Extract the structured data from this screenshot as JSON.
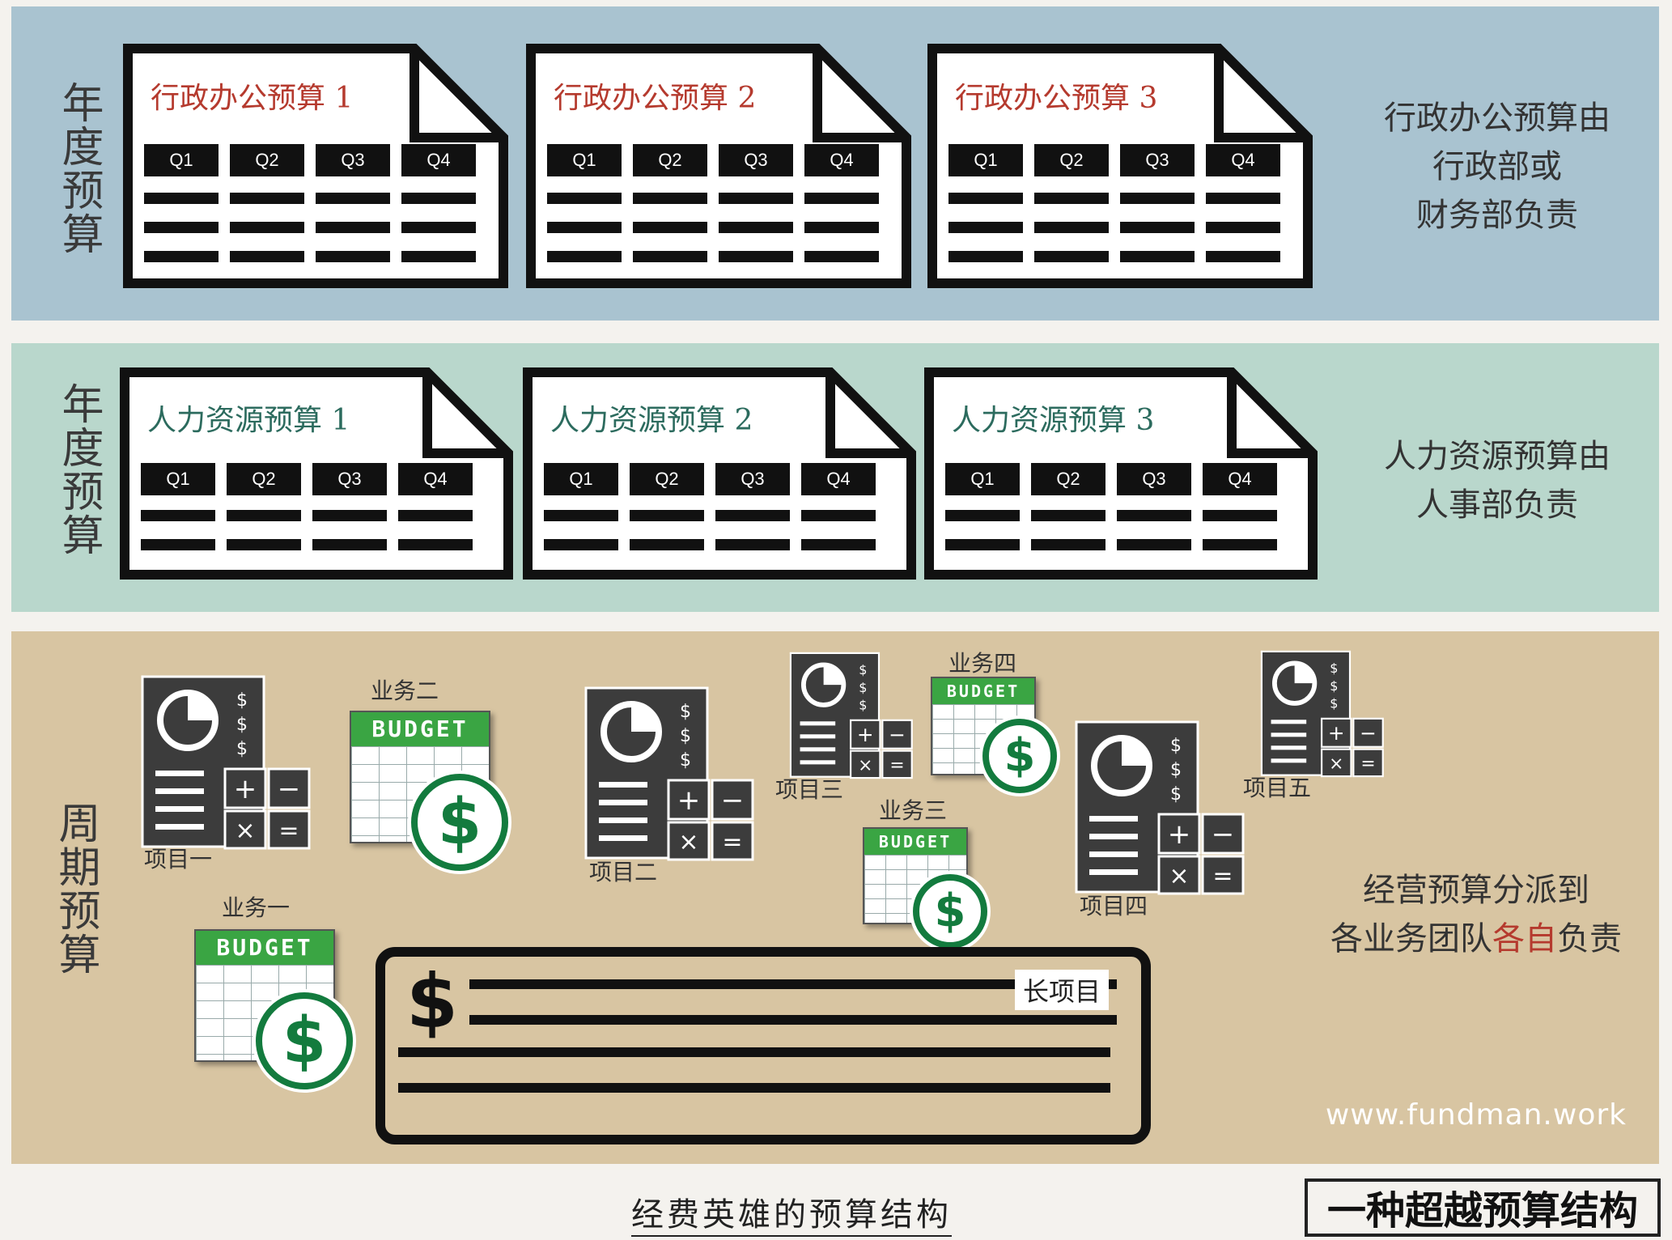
{
  "band1": {
    "vlabel": "年度预算",
    "docs": [
      {
        "title": "行政办公预算 1",
        "quarters": [
          "Q1",
          "Q2",
          "Q3",
          "Q4"
        ]
      },
      {
        "title": "行政办公预算 2",
        "quarters": [
          "Q1",
          "Q2",
          "Q3",
          "Q4"
        ]
      },
      {
        "title": "行政办公预算 3",
        "quarters": [
          "Q1",
          "Q2",
          "Q3",
          "Q4"
        ]
      }
    ],
    "side_lines": [
      "行政办公预算由",
      "行政部或",
      "财务部负责"
    ]
  },
  "band2": {
    "vlabel": "年度预算",
    "docs": [
      {
        "title": "人力资源预算 1",
        "quarters": [
          "Q1",
          "Q2",
          "Q3",
          "Q4"
        ]
      },
      {
        "title": "人力资源预算 2",
        "quarters": [
          "Q1",
          "Q2",
          "Q3",
          "Q4"
        ]
      },
      {
        "title": "人力资源预算 3",
        "quarters": [
          "Q1",
          "Q2",
          "Q3",
          "Q4"
        ]
      }
    ],
    "side_lines": [
      "人力资源预算由",
      "人事部负责"
    ]
  },
  "band3": {
    "vlabel": "周期预算",
    "projects": [
      "项目一",
      "项目二",
      "项目三",
      "项目四",
      "项目五"
    ],
    "businesses": [
      "业务一",
      "业务二",
      "业务三",
      "业务四"
    ],
    "budget_label": "BUDGET",
    "coin_symbol": "$",
    "long_project": "长项目",
    "long_symbol": "$",
    "side_line1": "经营预算分派到",
    "side_line2_pre": "各业务团队",
    "side_line2_em": "各自",
    "side_line2_post": "负责",
    "watermark": "www.fundman.work",
    "calc_symbols": {
      "dollar": "$",
      "plus": "+",
      "minus": "−",
      "times": "×",
      "equals": "="
    }
  },
  "footer": {
    "title": "经费英雄的预算结构",
    "box": "一种超越预算结构"
  },
  "colors": {
    "red": "#b53a2e",
    "green": "#3aa543",
    "coin": "#137b3e"
  }
}
